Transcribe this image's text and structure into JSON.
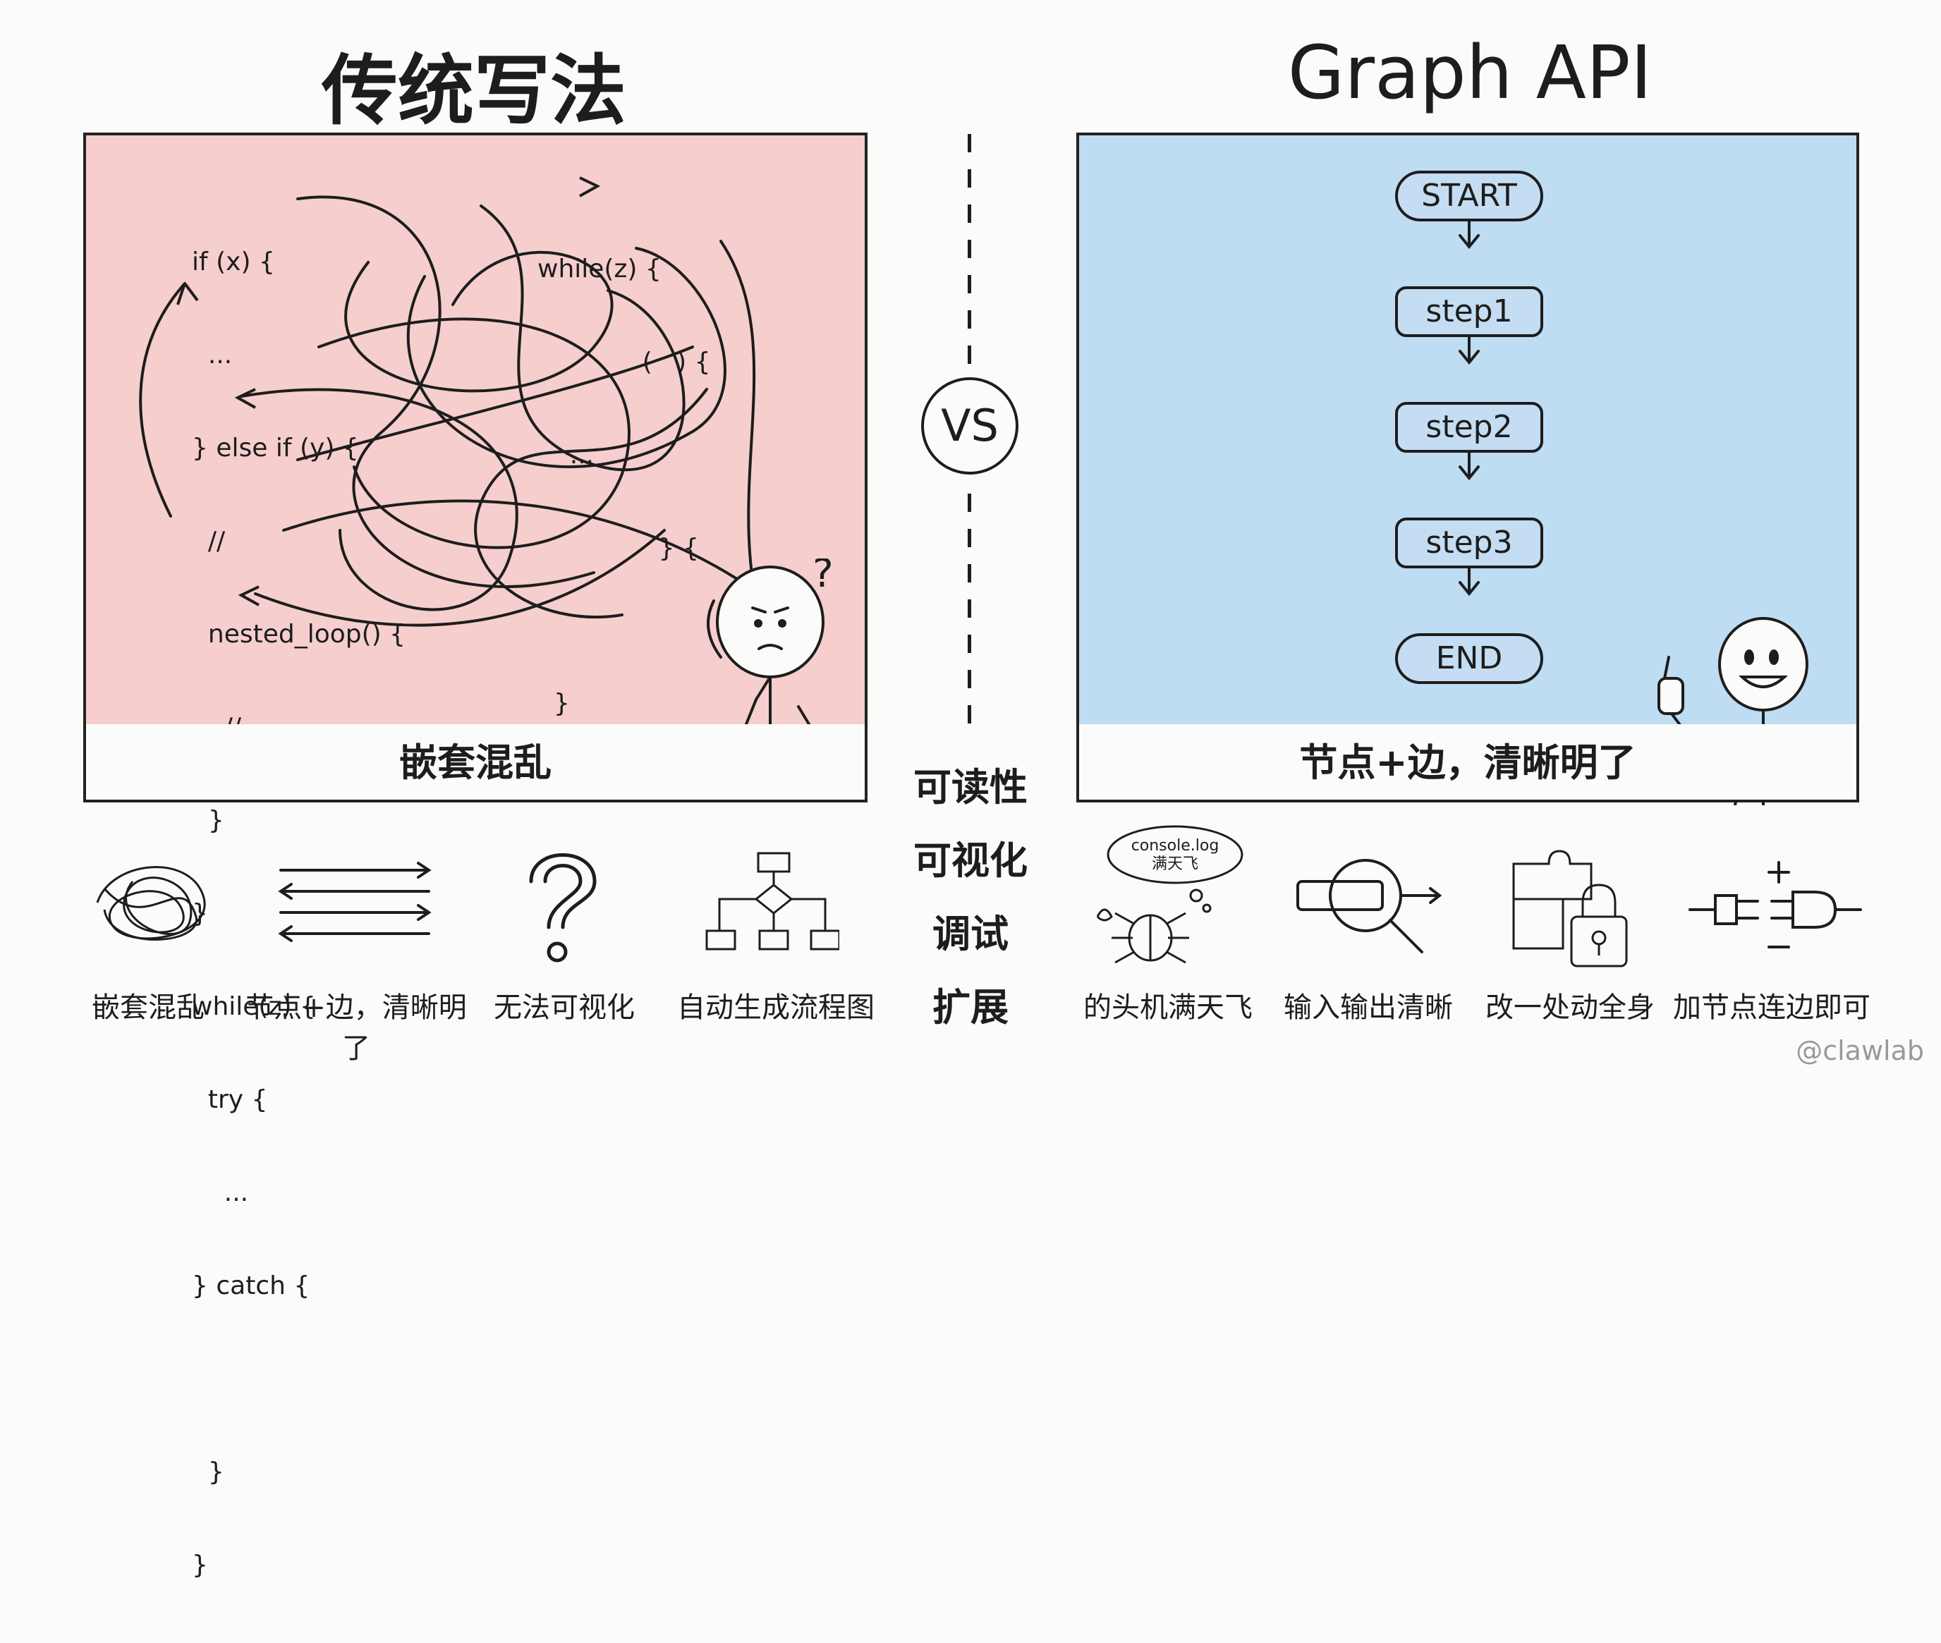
{
  "left": {
    "title": "传统写法",
    "caption": "嵌套混乱",
    "code_lines": [
      "if (x) {",
      "  ...",
      "} else if (y) {",
      "  //",
      "  nested_loop() {",
      "    //           ...",
      "  }",
      "}",
      "while(z) {",
      "  try {",
      "    ...",
      "} catch {",
      "  ",
      "  }",
      "}"
    ],
    "code_right": [
      "while(z) {",
      "             (   ) {",
      "    ...",
      "               } {",
      "",
      "  }"
    ],
    "question_mark": "?"
  },
  "right": {
    "title": "Graph API",
    "caption": "节点+边，清晰明了",
    "flow": [
      "START",
      "step1",
      "step2",
      "step3",
      "END"
    ]
  },
  "center": {
    "vs": "VS",
    "criteria": [
      "可读性",
      "可视化",
      "调试",
      "扩展"
    ]
  },
  "bottom_left": [
    {
      "icon": "tangle-icon",
      "label": "嵌套混乱"
    },
    {
      "icon": "parallel-arrows-icon",
      "label": "节点+边，清晰明了"
    },
    {
      "icon": "question-mark-icon",
      "label": "无法可视化"
    },
    {
      "icon": "flowchart-icon",
      "label": "自动生成流程图"
    }
  ],
  "bottom_right": [
    {
      "icon": "bug-icon",
      "label": "的头机满天飞",
      "bubble_line1": "console.log",
      "bubble_line2": "满天飞"
    },
    {
      "icon": "magnifier-icon",
      "label": "输入输出清晰"
    },
    {
      "icon": "puzzle-lock-icon",
      "label": "改一处动全身"
    },
    {
      "icon": "plug-icon",
      "label": "加节点连边即可"
    }
  ],
  "watermark": "@clawlab"
}
